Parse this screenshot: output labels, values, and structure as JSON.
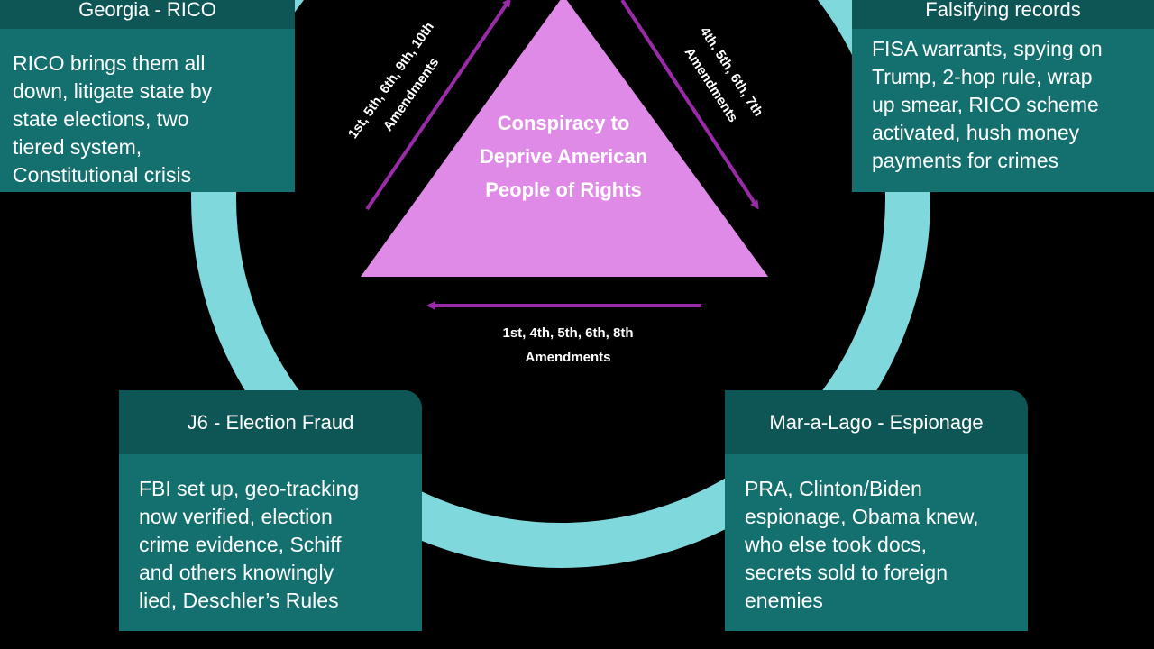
{
  "colors": {
    "background": "#000000",
    "ring": "#7fd8dc",
    "triangle": "#de8ae6",
    "arrow": "#9b2aa8",
    "card_body": "#14706f",
    "card_header": "#0e5655",
    "text": "#ffffff"
  },
  "center": {
    "title": "Conspiracy to\nDeprive American\nPeople of Rights"
  },
  "arrows": {
    "left": {
      "label": "1st, 5th, 6th, 9th, 10th\nAmendments"
    },
    "right": {
      "label": "4th, 5th, 6th, 7th\nAmendments"
    },
    "bottom": {
      "label": "1st, 4th, 5th, 6th, 8th\nAmendments"
    }
  },
  "cards": {
    "top_left": {
      "title": "Georgia - RICO",
      "body": "RICO brings them all\ndown, litigate state by\nstate elections, two\ntiered system,\nConstitutional crisis"
    },
    "top_right": {
      "title": "Falsifying records",
      "body": "FISA warrants, spying on\nTrump, 2-hop rule, wrap\nup smear, RICO scheme\nactivated, hush money\npayments for crimes"
    },
    "bottom_left": {
      "title": "J6 - Election Fraud",
      "body": "FBI set up, geo-tracking\nnow verified, election\ncrime evidence, Schiff\nand others knowingly\nlied, Deschler’s Rules"
    },
    "bottom_right": {
      "title": "Mar-a-Lago - Espionage",
      "body": "PRA, Clinton/Biden\nespionage, Obama knew,\nwho else took docs,\nsecrets sold to foreign\nenemies"
    }
  }
}
